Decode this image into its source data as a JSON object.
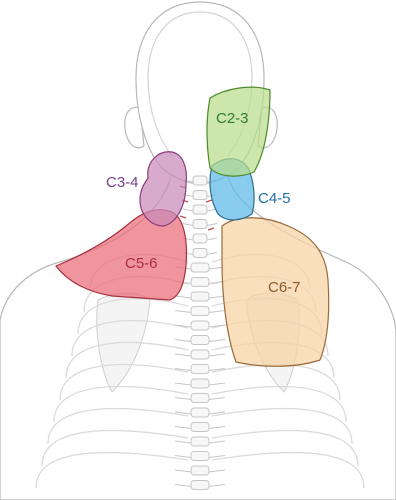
{
  "diagram": {
    "regions": [
      {
        "id": "c2-3",
        "label": "C2-3",
        "fill": "#b9dd8a",
        "stroke": "#4c8a2a",
        "text_color": "#2e7d32"
      },
      {
        "id": "c3-4",
        "label": "C3-4",
        "fill": "#c98ab8",
        "stroke": "#8a3f78",
        "text_color": "#7b3f8a"
      },
      {
        "id": "c4-5",
        "label": "C4-5",
        "fill": "#5cb8e6",
        "stroke": "#2a6f95",
        "text_color": "#1f6fa8"
      },
      {
        "id": "c5-6",
        "label": "C5-6",
        "fill": "#ea6b78",
        "stroke": "#a8323f",
        "text_color": "#a8323f"
      },
      {
        "id": "c6-7",
        "label": "C6-7",
        "fill": "#f8d3a3",
        "stroke": "#9a6a3a",
        "text_color": "#8a5a2b"
      }
    ]
  }
}
